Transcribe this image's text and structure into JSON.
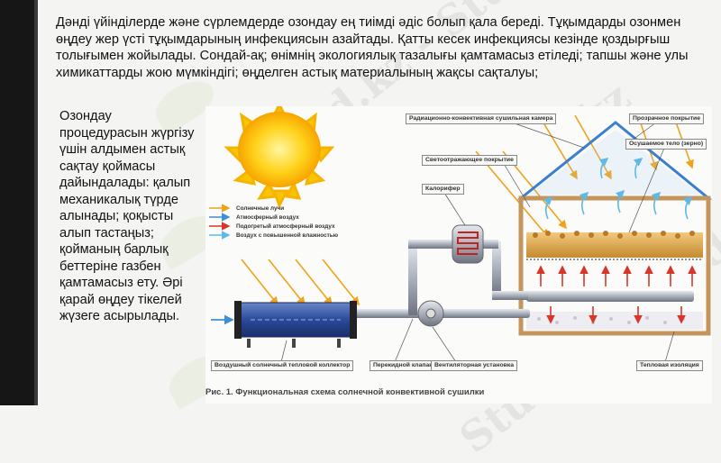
{
  "slide": {
    "paragraph_top": "Дәнді үйінділерде және сүрлемдерде озондау ең тиімді әдіс болып қала береді. Тұқымдарды озонмен өңдеу жер үсті тұқымдарының инфекциясын азайтады. Қатты кесек инфекциясы кезінде қоздырғыш толығымен жойылады. Сондай-ақ; өнімнің экологиялық тазалығы қамтамасыз етіледі; тапшы және улы химикаттарды жою мүмкіндігі; өңделген астық материалының жақсы сақталуы;",
    "paragraph_side": "Озондау процедурасын жүргізу үшін алдымен астық сақтау қоймасы дайындалады: қалып механикалық түрде алынады; қоқысты алып тастаңыз; қойманың барлық беттеріне газбен қамтамасыз ету. Әрі қарай өңдеу тікелей жүзеге асырылады."
  },
  "watermark": "Stud.kz - Stud.kz",
  "figure": {
    "labels": {
      "chamber": "Радиационно-конвективная сушильная камера",
      "cover": "Прозрачное покрытие",
      "reflective": "Светоотражающее покрытие",
      "dried_body": "Осушаемое тело (зерно)",
      "heater": "Калорифер",
      "collector": "Воздушный солнечный тепловой коллектор",
      "valve": "Перекидной клапан",
      "fan": "Вентиляторная установка",
      "insulation": "Тепловая изоляция"
    },
    "legend": [
      {
        "label": "Солнечные лучи",
        "color": "#f0a21a"
      },
      {
        "label": "Атмосферный воздух",
        "color": "#3f8fd6"
      },
      {
        "label": "Подогретый атмосферный воздух",
        "color": "#d9362b"
      },
      {
        "label": "Воздух с повышенной влажностью",
        "color": "#5fb9e8"
      }
    ],
    "caption": "Рис. 1. Функциональная схема солнечной конвективной сушилки"
  }
}
